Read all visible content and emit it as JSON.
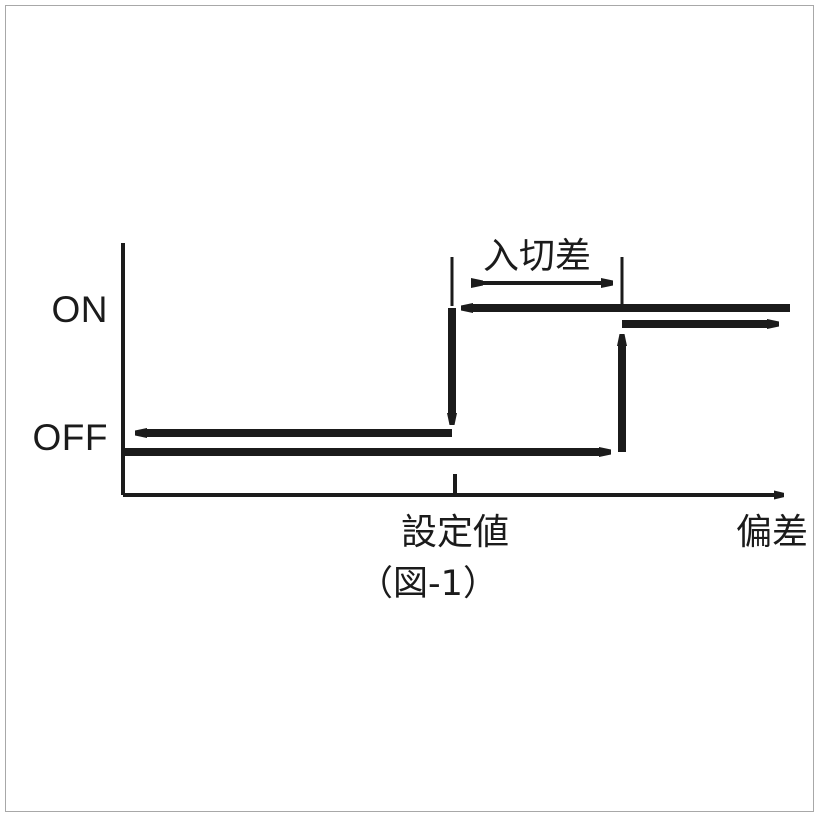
{
  "figure": {
    "caption": "（図-1）",
    "y_axis": {
      "levels": [
        {
          "id": "on",
          "label": "ON"
        },
        {
          "id": "off",
          "label": "OFF"
        }
      ]
    },
    "x_axis": {
      "label": "偏差",
      "ticks": [
        {
          "id": "setpoint",
          "label": "設定値"
        }
      ]
    },
    "annotations": [
      {
        "id": "hysteresis",
        "label": "入切差"
      }
    ],
    "colors": {
      "ink": "#1b1b1b",
      "background": "#ffffff",
      "frame": "#a8a8a8"
    }
  },
  "chart_data": {
    "type": "line",
    "title": "",
    "subtitle": "（図-1）",
    "xlabel": "偏差",
    "ylabel": "",
    "grid": false,
    "legend": null,
    "y_categories": [
      "OFF",
      "ON"
    ],
    "x_tick_labels": [
      "設定値"
    ],
    "x_tick_values": [
      455
    ],
    "annotations": [
      {
        "text": "入切差",
        "type": "dimension",
        "from_x": 452,
        "to_x": 622,
        "at_y": 283,
        "meaning": "on-off differential (hysteresis band) between setpoint and switch-back point"
      }
    ],
    "series": [
      {
        "name": "rising-branch",
        "direction": "increasing-deviation",
        "description": "OFF until upper threshold, then steps up to ON",
        "points": [
          {
            "x": 124,
            "y": "OFF"
          },
          {
            "x": 622,
            "y": "OFF"
          },
          {
            "x": 622,
            "y": "ON"
          },
          {
            "x": 790,
            "y": "ON"
          }
        ],
        "arrow_at": "end"
      },
      {
        "name": "falling-branch",
        "direction": "decreasing-deviation",
        "description": "ON until setpoint, then steps down to OFF",
        "points": [
          {
            "x": 790,
            "y": "ON"
          },
          {
            "x": 452,
            "y": "ON"
          },
          {
            "x": 452,
            "y": "OFF"
          },
          {
            "x": 124,
            "y": "OFF"
          }
        ],
        "arrow_at": "end"
      }
    ],
    "axis_geometry": {
      "x_axis_y": 495,
      "y_axis_x": 123,
      "on_upper_line_y": 308,
      "on_lower_line_y": 324,
      "off_upper_line_y": 433,
      "off_lower_line_y": 452,
      "x_axis_arrow_x": 795,
      "y_axis_top_y": 243
    }
  }
}
